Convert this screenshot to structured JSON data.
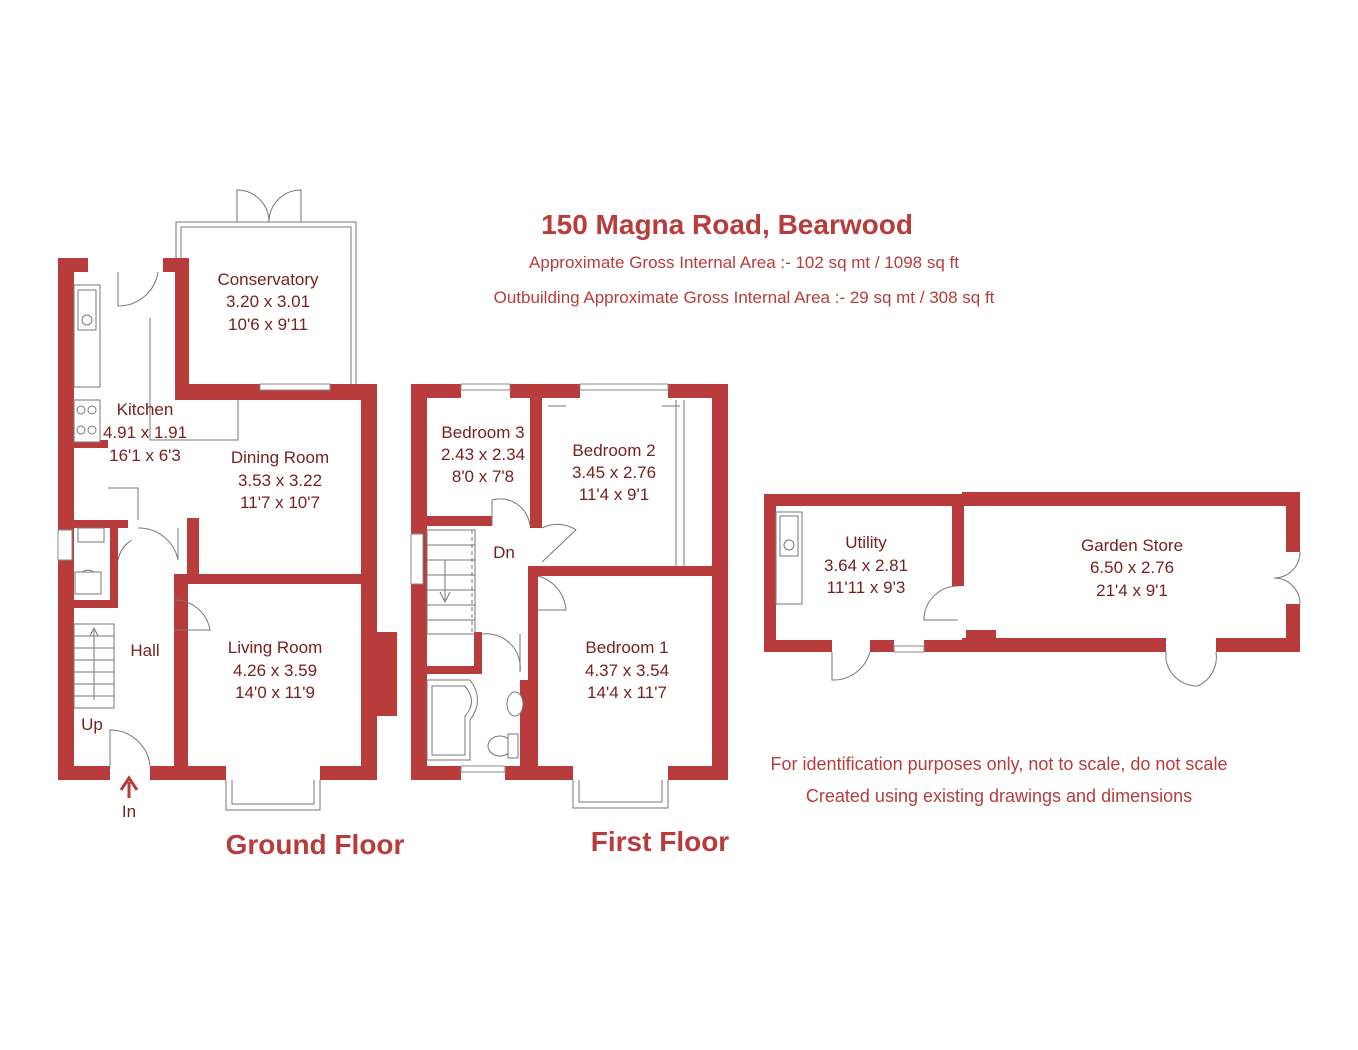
{
  "title": "150 Magna Road, Bearwood",
  "gross_area": "Approximate Gross Internal Area  :-   102 sq mt /  1098 sq ft",
  "outbuilding_area": "Outbuilding Approximate Gross Internal Area  :-   29 sq mt /  308 sq ft",
  "notes": {
    "line1": "For identification purposes only, not to scale, do not scale",
    "line2": "Created using existing drawings and dimensions"
  },
  "floors": {
    "ground": "Ground Floor",
    "first": "First Floor"
  },
  "rooms": {
    "conservatory": {
      "name": "Conservatory",
      "metric": "3.20 x 3.01",
      "imperial": "10'6 x 9'11"
    },
    "kitchen": {
      "name": "Kitchen",
      "metric": "4.91 x 1.91",
      "imperial": "16'1 x 6'3"
    },
    "dining": {
      "name": "Dining Room",
      "metric": "3.53 x 3.22",
      "imperial": "11'7 x 10'7"
    },
    "living": {
      "name": "Living Room",
      "metric": "4.26 x 3.59",
      "imperial": "14'0 x 11'9"
    },
    "hall": {
      "name": "Hall"
    },
    "bedroom3": {
      "name": "Bedroom 3",
      "metric": "2.43 x 2.34",
      "imperial": "8'0 x 7'8"
    },
    "bedroom2": {
      "name": "Bedroom 2",
      "metric": "3.45 x 2.76",
      "imperial": "11'4 x 9'1"
    },
    "bedroom1": {
      "name": "Bedroom 1",
      "metric": "4.37 x 3.54",
      "imperial": "14'4 x 11'7"
    },
    "utility": {
      "name": "Utility",
      "metric": "3.64 x 2.81",
      "imperial": "11'11 x 9'3"
    },
    "garden_store": {
      "name": "Garden Store",
      "metric": "6.50 x 2.76",
      "imperial": "21'4 x 9'1"
    }
  },
  "stair_labels": {
    "up": "Up",
    "down": "Dn",
    "entrance": "In"
  },
  "colors": {
    "wall": "#b83c3c",
    "text": "#7a2020"
  }
}
